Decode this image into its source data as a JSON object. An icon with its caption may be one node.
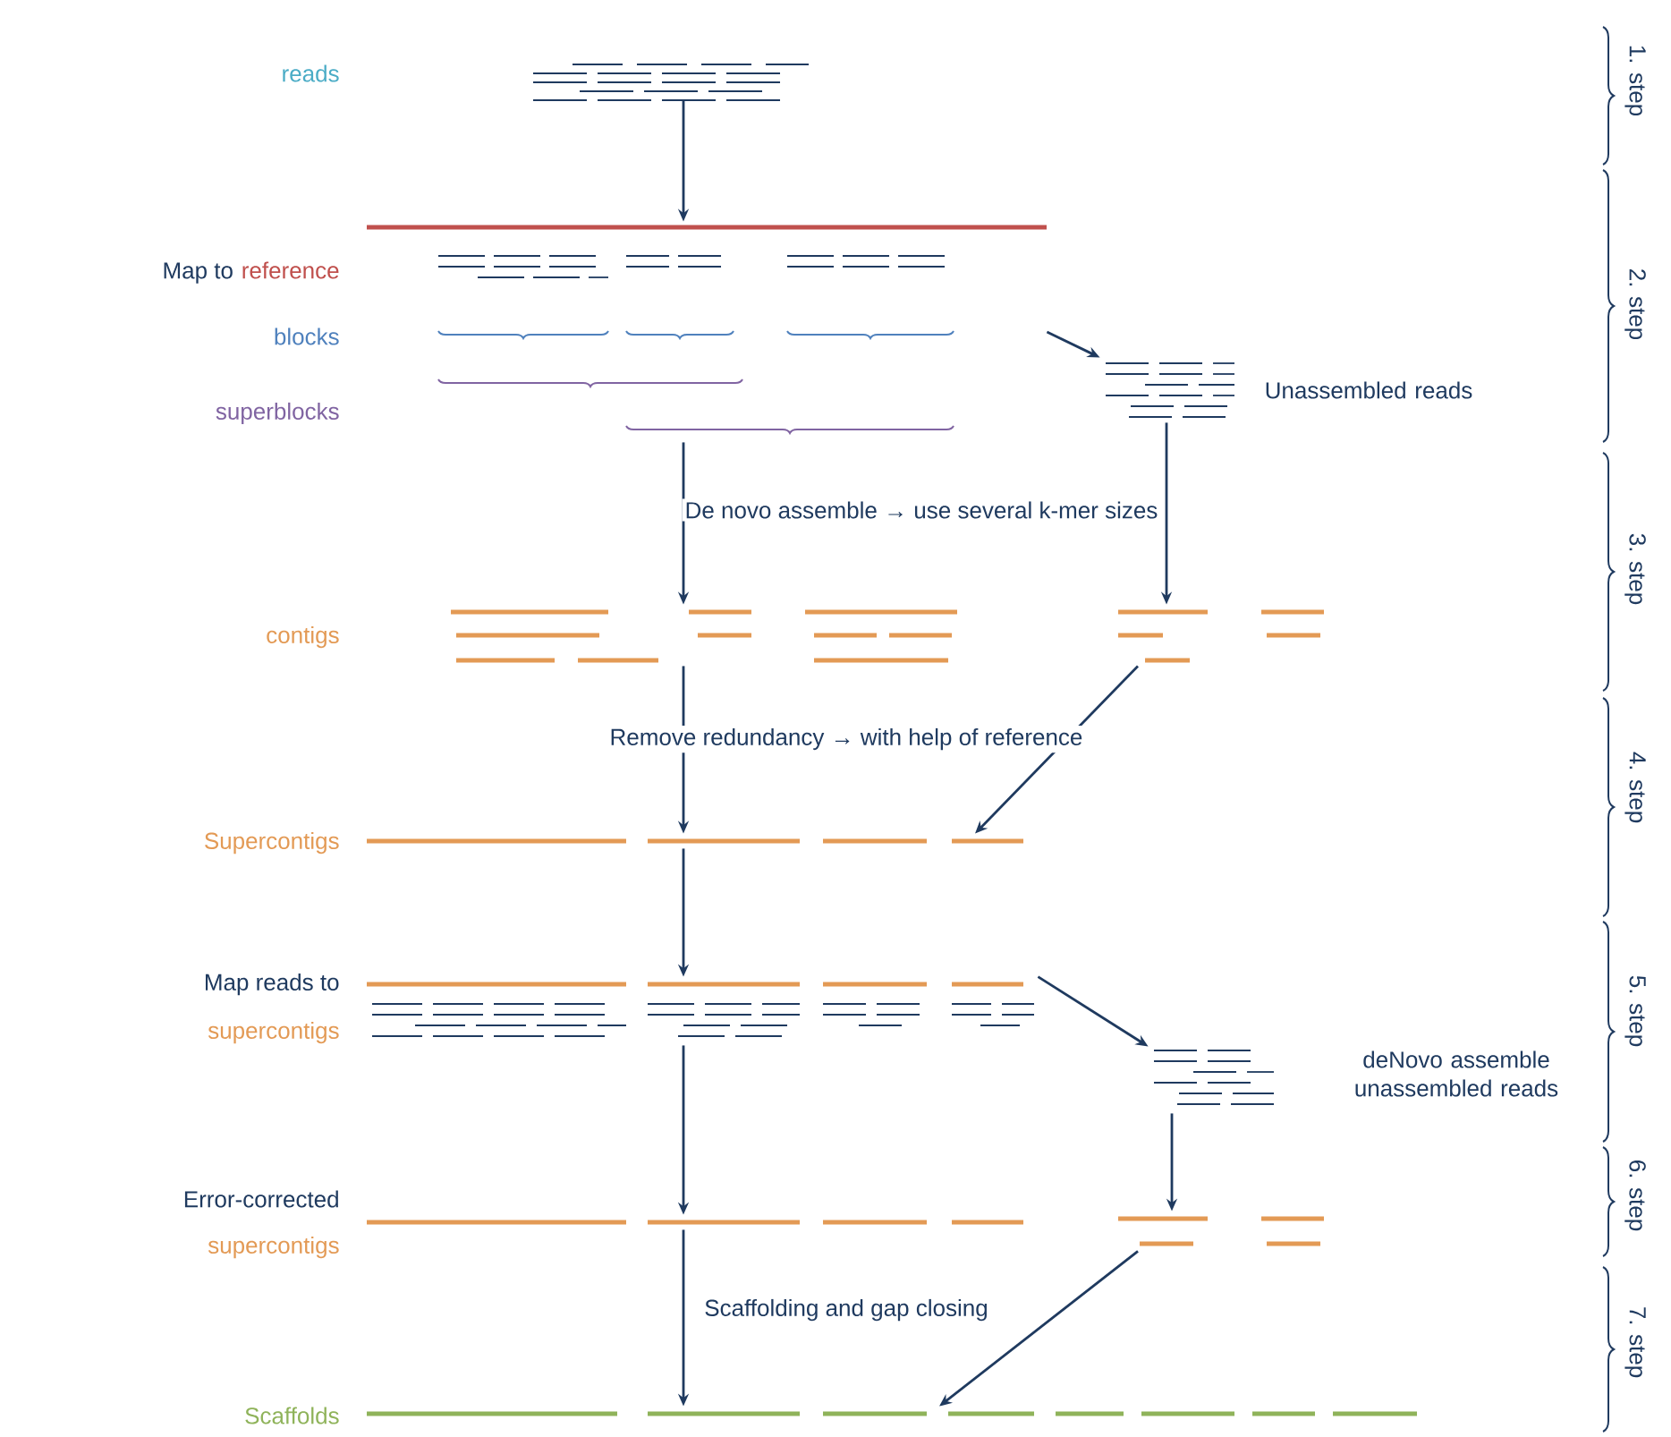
{
  "diagram": {
    "nodes": [
      {
        "text": [],
        "shape": "bar"
      },
      {
        "text": [],
        "shape": "bar"
      },
      {
        "text": [],
        "shape": "bar",
        "beside": [
          "Unassembled reads"
        ]
      },
      {
        "text": [],
        "shape": "bar"
      },
      {
        "text": [],
        "shape": "bar"
      },
      {
        "text": [],
        "shape": "bar"
      },
      {
        "text": [],
        "shape": "bar"
      },
      {
        "text": [],
        "shape": "bar",
        "beside": [
          "deNovo assemble unassembled reads"
        ]
      },
      {
        "text": [],
        "shape": "bar"
      },
      {
        "text": [],
        "shape": "bar"
      },
      {
        "text": [],
        "shape": "bar"
      }
    ],
    "edges": [
      {
        "from": 0,
        "to": 1,
        "arrow": "to"
      },
      {
        "from": 1,
        "to": 2,
        "arrow": "to"
      },
      {
        "from": 1,
        "to": 3,
        "arrow": "to",
        "label": "De novo assemble → use several k-mer sizes"
      },
      {
        "from": 2,
        "to": 4,
        "arrow": "to"
      },
      {
        "from": 3,
        "to": 5,
        "arrow": "to",
        "label": "Remove redundancy → with help of reference"
      },
      {
        "from": 4,
        "to": 5,
        "arrow": "to"
      },
      {
        "from": 5,
        "to": 6,
        "arrow": "to"
      },
      {
        "from": 6,
        "to": 7,
        "arrow": "to"
      },
      {
        "from": 6,
        "to": 8,
        "arrow": "to"
      },
      {
        "from": 7,
        "to": 9,
        "arrow": "to"
      },
      {
        "from": 8,
        "to": 10,
        "arrow": "to",
        "label": "Scaffolding and gap closing"
      },
      {
        "from": 9,
        "to": 10,
        "arrow": "to"
      }
    ],
    "labels": [
      "1. step",
      "reads",
      "2. step",
      "Map to",
      "reference",
      "blocks",
      "superblocks",
      "3. step",
      "contigs",
      "4. step",
      "Supercontigs",
      "5. step",
      "Map reads to",
      "supercontigs",
      "6. step",
      "Error-corrected",
      "supercontigs",
      "7. step",
      "Scaffolds"
    ]
  }
}
